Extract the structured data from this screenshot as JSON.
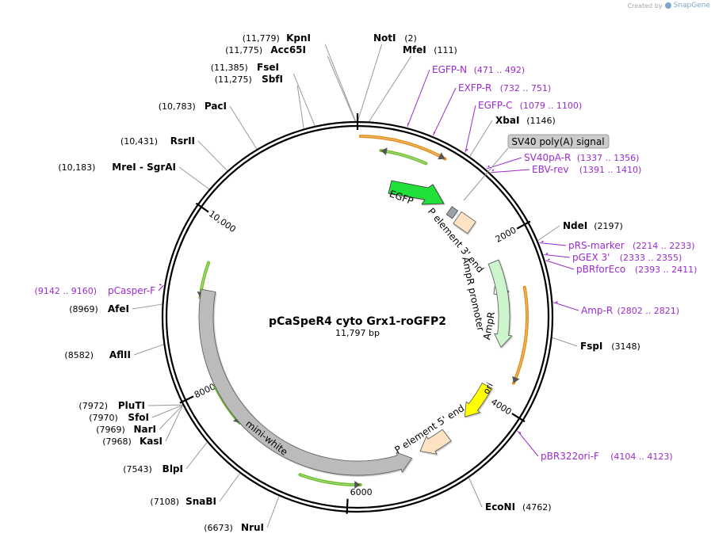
{
  "credit": {
    "prefix": "Created by",
    "brand": "SnapGene"
  },
  "plasmid": {
    "name": "pCaSpeR4 cyto Grx1-roGFP2",
    "length_label": "11,797 bp",
    "total_bp": 11797
  },
  "ticks": [
    {
      "pos": 0,
      "label": ""
    },
    {
      "pos": 2000,
      "label": "2000"
    },
    {
      "pos": 4000,
      "label": "4000"
    },
    {
      "pos": 6000,
      "label": "6000"
    },
    {
      "pos": 8000,
      "label": "8000"
    },
    {
      "pos": 10000,
      "label": "10,000"
    }
  ],
  "enzymes": [
    {
      "name": "KpnI",
      "pos_label": "(11,779)",
      "pos": 11779
    },
    {
      "name": "Acc65I",
      "pos_label": "(11,775)",
      "pos": 11775
    },
    {
      "name": "NotI",
      "pos_label": "(2)",
      "pos": 2
    },
    {
      "name": "MfeI",
      "pos_label": "(111)",
      "pos": 111
    },
    {
      "name": "FseI",
      "pos_label": "(11,385)",
      "pos": 11385
    },
    {
      "name": "SbfI",
      "pos_label": "(11,275)",
      "pos": 11275
    },
    {
      "name": "PacI",
      "pos_label": "(10,783)",
      "pos": 10783
    },
    {
      "name": "RsrII",
      "pos_label": "(10,431)",
      "pos": 10431
    },
    {
      "name": "MreI - SgrAI",
      "pos_label": "(10,183)",
      "pos": 10183
    },
    {
      "name": "XbaI",
      "pos_label": "(1146)",
      "pos": 1146
    },
    {
      "name": "NdeI",
      "pos_label": "(2197)",
      "pos": 2197
    },
    {
      "name": "FspI",
      "pos_label": "(3148)",
      "pos": 3148
    },
    {
      "name": "AfeI",
      "pos_label": "(8969)",
      "pos": 8969
    },
    {
      "name": "AflII",
      "pos_label": "(8582)",
      "pos": 8582
    },
    {
      "name": "PluTI",
      "pos_label": "(7972)",
      "pos": 7972
    },
    {
      "name": "SfoI",
      "pos_label": "(7970)",
      "pos": 7970
    },
    {
      "name": "NarI",
      "pos_label": "(7969)",
      "pos": 7969
    },
    {
      "name": "KasI",
      "pos_label": "(7968)",
      "pos": 7968
    },
    {
      "name": "BlpI",
      "pos_label": "(7543)",
      "pos": 7543
    },
    {
      "name": "SnaBI",
      "pos_label": "(7108)",
      "pos": 7108
    },
    {
      "name": "NruI",
      "pos_label": "(6673)",
      "pos": 6673
    },
    {
      "name": "EcoNI",
      "pos_label": "(4762)",
      "pos": 4762
    }
  ],
  "primers": [
    {
      "name": "EGFP-N",
      "range": "(471 .. 492)",
      "pos": 481
    },
    {
      "name": "EXFP-R",
      "range": "(732 .. 751)",
      "pos": 741
    },
    {
      "name": "EGFP-C",
      "range": "(1079 .. 1100)",
      "pos": 1089
    },
    {
      "name": "SV40pA-R",
      "range": "(1337 .. 1356)",
      "pos": 1346
    },
    {
      "name": "EBV-rev",
      "range": "(1391 .. 1410)",
      "pos": 1400
    },
    {
      "name": "pRS-marker",
      "range": "(2214 .. 2233)",
      "pos": 2223
    },
    {
      "name": "pGEX 3'",
      "range": "(2333 .. 2355)",
      "pos": 2344
    },
    {
      "name": "pBRforEco",
      "range": "(2393 .. 2411)",
      "pos": 2402
    },
    {
      "name": "Amp-R",
      "range": "(2802 .. 2821)",
      "pos": 2811
    },
    {
      "name": "pBR322ori-F",
      "range": "(4104 .. 4123)",
      "pos": 4113
    },
    {
      "name": "pCasper-F",
      "range": "(9142 .. 9160)",
      "pos": 9151
    }
  ],
  "features": [
    {
      "name": "EGFP",
      "color": "#22e03a"
    },
    {
      "name": "SV40 poly(A) signal",
      "color": "#9aa3aa"
    },
    {
      "name": "P element 3' end",
      "color": "#fde2c4"
    },
    {
      "name": "AmpR promoter",
      "color": "#ffffff"
    },
    {
      "name": "AmpR",
      "color": "#ccf5cc"
    },
    {
      "name": "ori",
      "color": "#ffff00"
    },
    {
      "name": "P element 5' end",
      "color": "#fde2c4"
    },
    {
      "name": "mini-white",
      "color": "#bbbbbb"
    }
  ],
  "colors": {
    "primer": "#9a2ccf",
    "enzyme_line": "#999999",
    "orf_green": "#6fbf2e",
    "orf_orange": "#e28f1a"
  }
}
